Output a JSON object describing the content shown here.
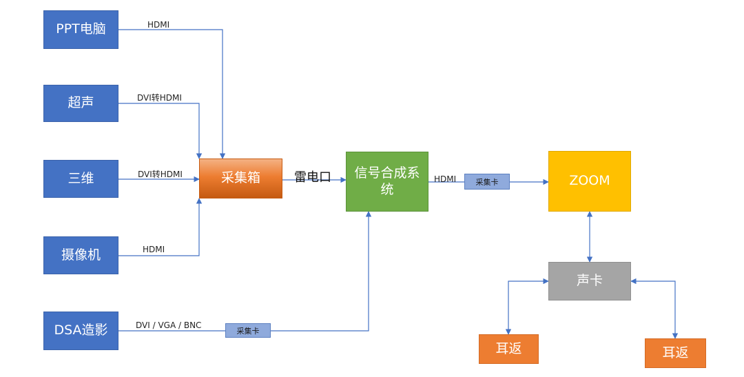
{
  "nodes": {
    "ppt": "PPT电脑",
    "ultrasound": "超声",
    "threeD": "三维",
    "camera": "摄像机",
    "dsa": "DSA造影",
    "collector": "采集箱",
    "synth": "信号合成系统",
    "zoom": "ZOOM",
    "soundcard": "声卡",
    "ear_left": "耳返",
    "ear_right": "耳返"
  },
  "capture_cards": {
    "dsa": "采集卡",
    "synth": "采集卡"
  },
  "edge_labels": {
    "ppt": "HDMI",
    "ultrasound": "DVI转HDMI",
    "threeD": "DVI转HDMI",
    "camera": "HDMI",
    "dsa": "DVI / VGA / BNC",
    "thunderbolt": "雷电口",
    "synth_out": "HDMI"
  },
  "colors": {
    "source_blue": "#4472c4",
    "collector_orange": "#ed7d31",
    "synth_green": "#70ad47",
    "zoom_yellow": "#ffc000",
    "soundcard_gray": "#a5a5a5",
    "card_blue": "#8faadc",
    "wire": "#4472c4"
  }
}
